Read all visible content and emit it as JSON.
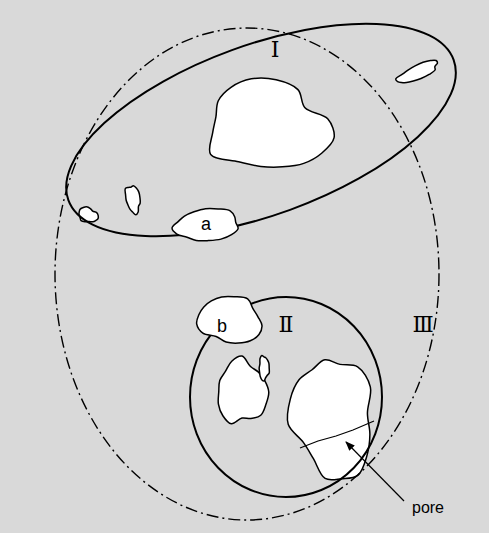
{
  "diagram": {
    "nodes": [
      {
        "text": [
          "Ⅲ"
        ]
      },
      {
        "text": [
          "Ⅰ"
        ],
        "in": 0
      },
      {
        "text": [
          "a"
        ],
        "in": 1
      },
      {
        "text": [
          "Ⅱ"
        ],
        "in": 0
      },
      {
        "text": [
          "b"
        ],
        "in": 3
      }
    ],
    "labels": [
      "pore"
    ]
  }
}
